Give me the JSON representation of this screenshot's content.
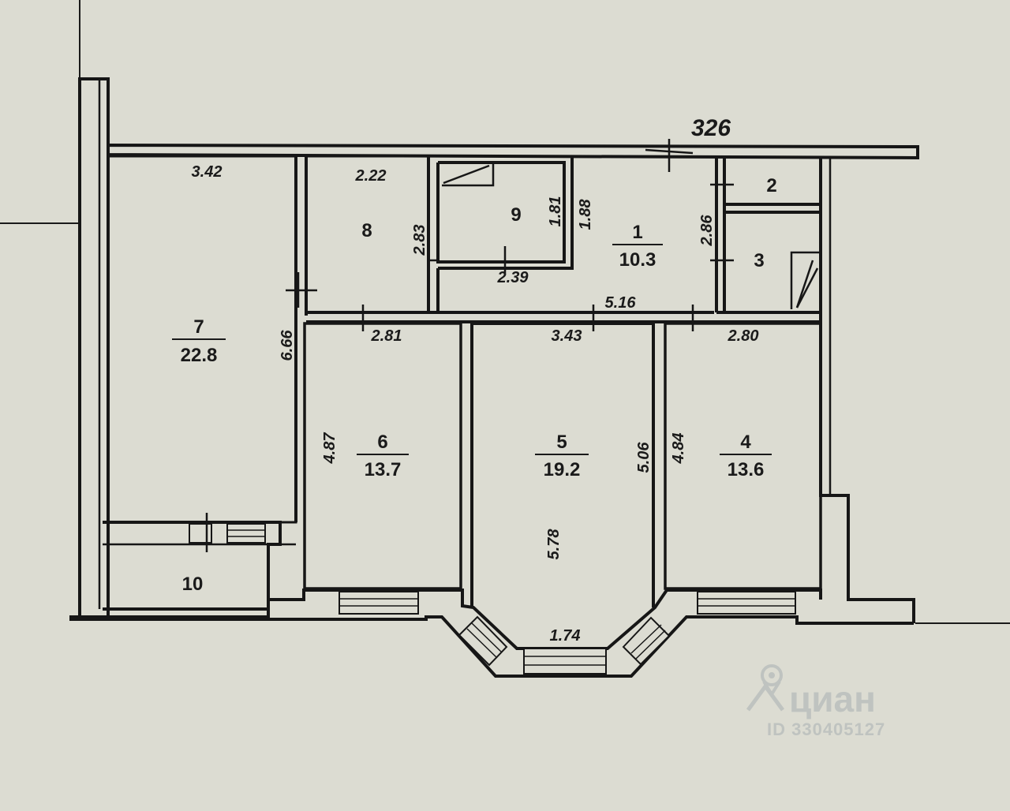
{
  "building_number": "326",
  "rooms": [
    {
      "id": "r1",
      "number": "1",
      "area": "10.3"
    },
    {
      "id": "r2",
      "number": "2",
      "area": ""
    },
    {
      "id": "r3",
      "number": "3",
      "area": ""
    },
    {
      "id": "r4",
      "number": "4",
      "area": "13.6"
    },
    {
      "id": "r5",
      "number": "5",
      "area": "19.2"
    },
    {
      "id": "r6",
      "number": "6",
      "area": "13.7"
    },
    {
      "id": "r7",
      "number": "7",
      "area": "22.8"
    },
    {
      "id": "r8",
      "number": "8",
      "area": ""
    },
    {
      "id": "r9",
      "number": "9",
      "area": ""
    },
    {
      "id": "r10",
      "number": "10",
      "area": ""
    }
  ],
  "dimensions": {
    "room7_width": "3.42",
    "room8_width": "2.22",
    "room8_height": "2.83",
    "room9_height": "1.81",
    "room9_width": "2.39",
    "room1_height": "1.88",
    "room2_3_height": "2.86",
    "corridor_length": "5.16",
    "room7_height": "6.66",
    "room6_width": "2.81",
    "room6_height": "4.87",
    "room5_width": "3.43",
    "room5_height_right": "5.06",
    "room5_height": "5.78",
    "room5_bay": "1.74",
    "room4_width": "2.80",
    "room4_height": "4.84"
  },
  "watermark": {
    "brand": "циан",
    "listing_id": "ID 330405127"
  }
}
